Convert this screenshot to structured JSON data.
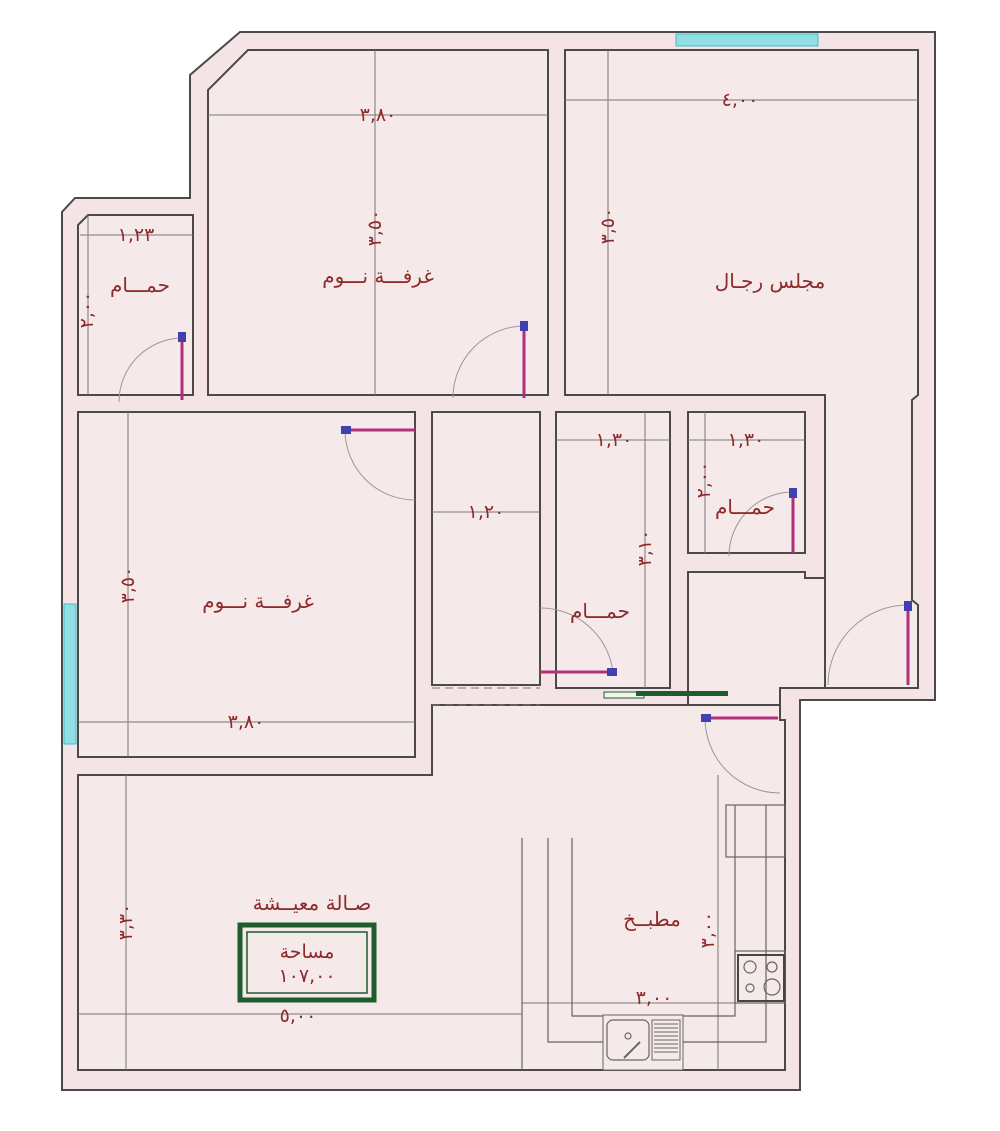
{
  "rooms": {
    "bedroom_top": "غرفـــة نـــوم",
    "bedroom_left": "غرفـــة نـــوم",
    "majlis": "مجلس رجـال",
    "bath_left": "حمـــام",
    "bath_mid": "حمـــام",
    "bath_right": "حمـــام",
    "living": "صـالة معيــشة",
    "kitchen": "مطبــخ"
  },
  "dimensions": {
    "bedroom_top_width": "٣,٨٠",
    "bedroom_top_length": "٣,٥٠",
    "majlis_width": "٤,٠٠",
    "majlis_length": "٣,٥٠",
    "bath_left_width": "١,٢٣",
    "bath_left_length": "٢,٠٠",
    "bath_mid_width": "١,٣٠",
    "bath_mid_length": "٣,١٠",
    "bath_right_width": "١,٣٠",
    "bath_right_length": "٢,٠٠",
    "corridor_width": "١,٢٠",
    "bedroom_left_width": "٣,٨٠",
    "bedroom_left_length": "٣,٥٠",
    "living_width": "٥,٠٠",
    "living_length": "٣,٣٠",
    "kitchen_width": "٣,٠٠",
    "kitchen_length": "٣,٠٠"
  },
  "area_box": {
    "label": "مساحة",
    "value": "١٠٧,٠٠"
  },
  "colors": {
    "text": "#8e2a2a",
    "area_box": "#1f5c2e",
    "window": "#8fdfe6"
  }
}
